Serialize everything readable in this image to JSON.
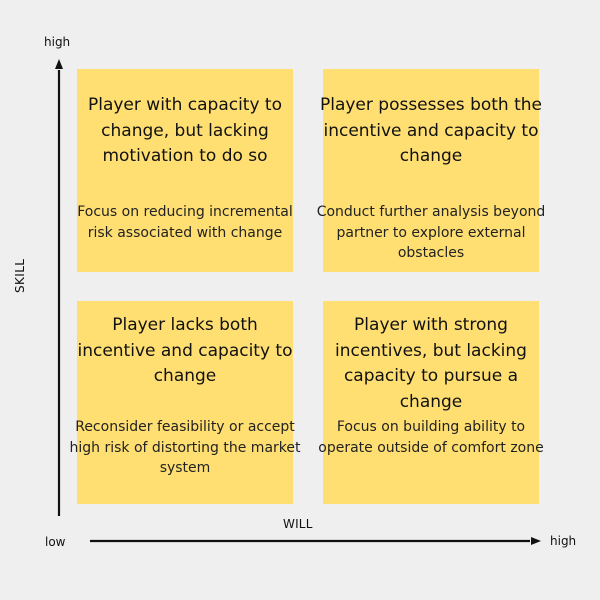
{
  "axes": {
    "y_high": "high",
    "x_low": "low",
    "x_high": "high",
    "x_title": "WILL",
    "y_title": "SKILL"
  },
  "quadrants": {
    "top_left": {
      "title": "Player with capacity to change, but lacking motivation to do so",
      "body": "Focus on reducing incremental risk associated with change"
    },
    "top_right": {
      "title": "Player possesses both the incentive and capacity to change",
      "body": "Conduct further analysis beyond partner to explore external obstacles"
    },
    "bottom_left": {
      "title": "Player lacks both incentive and capacity to change",
      "body": "Reconsider feasibility  or accept high risk of distorting the market system"
    },
    "bottom_right": {
      "title": "Player with strong incentives, but lacking capacity to pursue a change",
      "body": "Focus on building ability to operate outside of comfort zone"
    }
  },
  "colors": {
    "background": "#efefef",
    "quadrant": "#ffdf72",
    "axis": "#111111"
  }
}
